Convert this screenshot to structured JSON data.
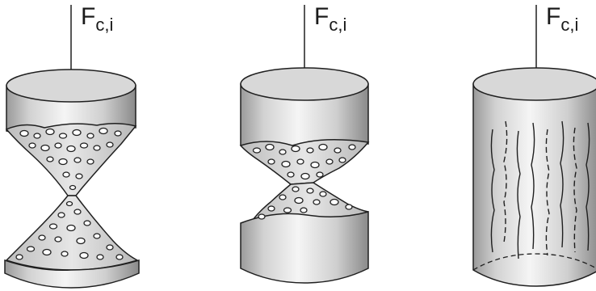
{
  "panels": [
    {
      "id": "cone-failure",
      "force_symbol": "F",
      "force_subscript": "c,i"
    },
    {
      "id": "partial-cone-failure",
      "force_symbol": "F",
      "force_subscript": "c,i"
    },
    {
      "id": "splitting-failure",
      "force_symbol": "F",
      "force_subscript": "c,i"
    }
  ],
  "colors": {
    "line": "#1f1f1f",
    "cap_top": "#d6d6d6",
    "cylinder_light": "#f4f4f4",
    "cylinder_dark": "#8e8e8e",
    "rubble": "#cfcfcf"
  }
}
